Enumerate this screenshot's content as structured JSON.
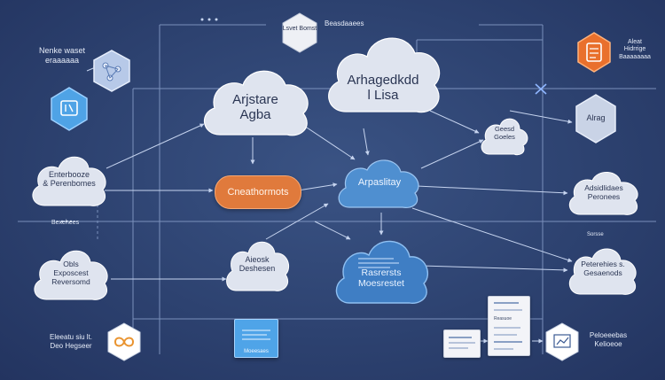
{
  "diagram": {
    "center_cloud_top": {
      "line1": "Arhagedkdd",
      "line2": "l Lisa"
    },
    "cloud_left_top": {
      "line1": "Arjstare",
      "line2": "Agba"
    },
    "cloud_left_mid": {
      "line1": "Enterbooze",
      "line2": "& Perenbomes"
    },
    "cloud_left_bottom": {
      "line1": "Obls",
      "line2": "Exposcest",
      "line3": "Reversomd"
    },
    "cloud_mid_bottom": {
      "line1": "Aieosk",
      "line2": "Deshesen"
    },
    "cloud_right_small": {
      "line1": "Geesd",
      "line2": "Goeles"
    },
    "cloud_right_mid": {
      "line1": "Adsidlidaes",
      "line2": "Peronees"
    },
    "cloud_right_bottom": {
      "line1": "Peterehies s.",
      "line2": "Gesaenods"
    },
    "pill_orange": "Cneathormots",
    "pill_blue": "Arpaslitay",
    "cloud_blue_bottom": {
      "line1": "Rasrersts",
      "line2": "Moesrestet"
    },
    "hex_top_label": "Lsvet Bomst",
    "hex_right_label": "Alrag",
    "label_top_left": {
      "line1": "Nenke waset",
      "line2": "eraaaaaa"
    },
    "label_top_center": "Beasdaaees",
    "label_top_right": {
      "line1": "Aleat",
      "line2": "Hidrrige",
      "line3": "Baaaaaaaa"
    },
    "label_left_small": "Bexehees",
    "label_bottom_left": {
      "line1": "Eleeatu siu lt.",
      "line2": "Deo Hegseer"
    },
    "label_bottom_right": {
      "line1": "Peloeeebas",
      "line2": "Kelioeoe"
    },
    "label_right_tiny": "Sorsse",
    "screen_label": "Moeesaes",
    "doc_mid_label": "Reasuoe",
    "colors": {
      "background": "#2d4270",
      "cloud_white": "#dfe4ef",
      "cloud_blue": "#4f8fd0",
      "accent_orange": "#e07a3c",
      "hex_blue": "#4f9fe0",
      "line": "#9fb4dc"
    }
  }
}
